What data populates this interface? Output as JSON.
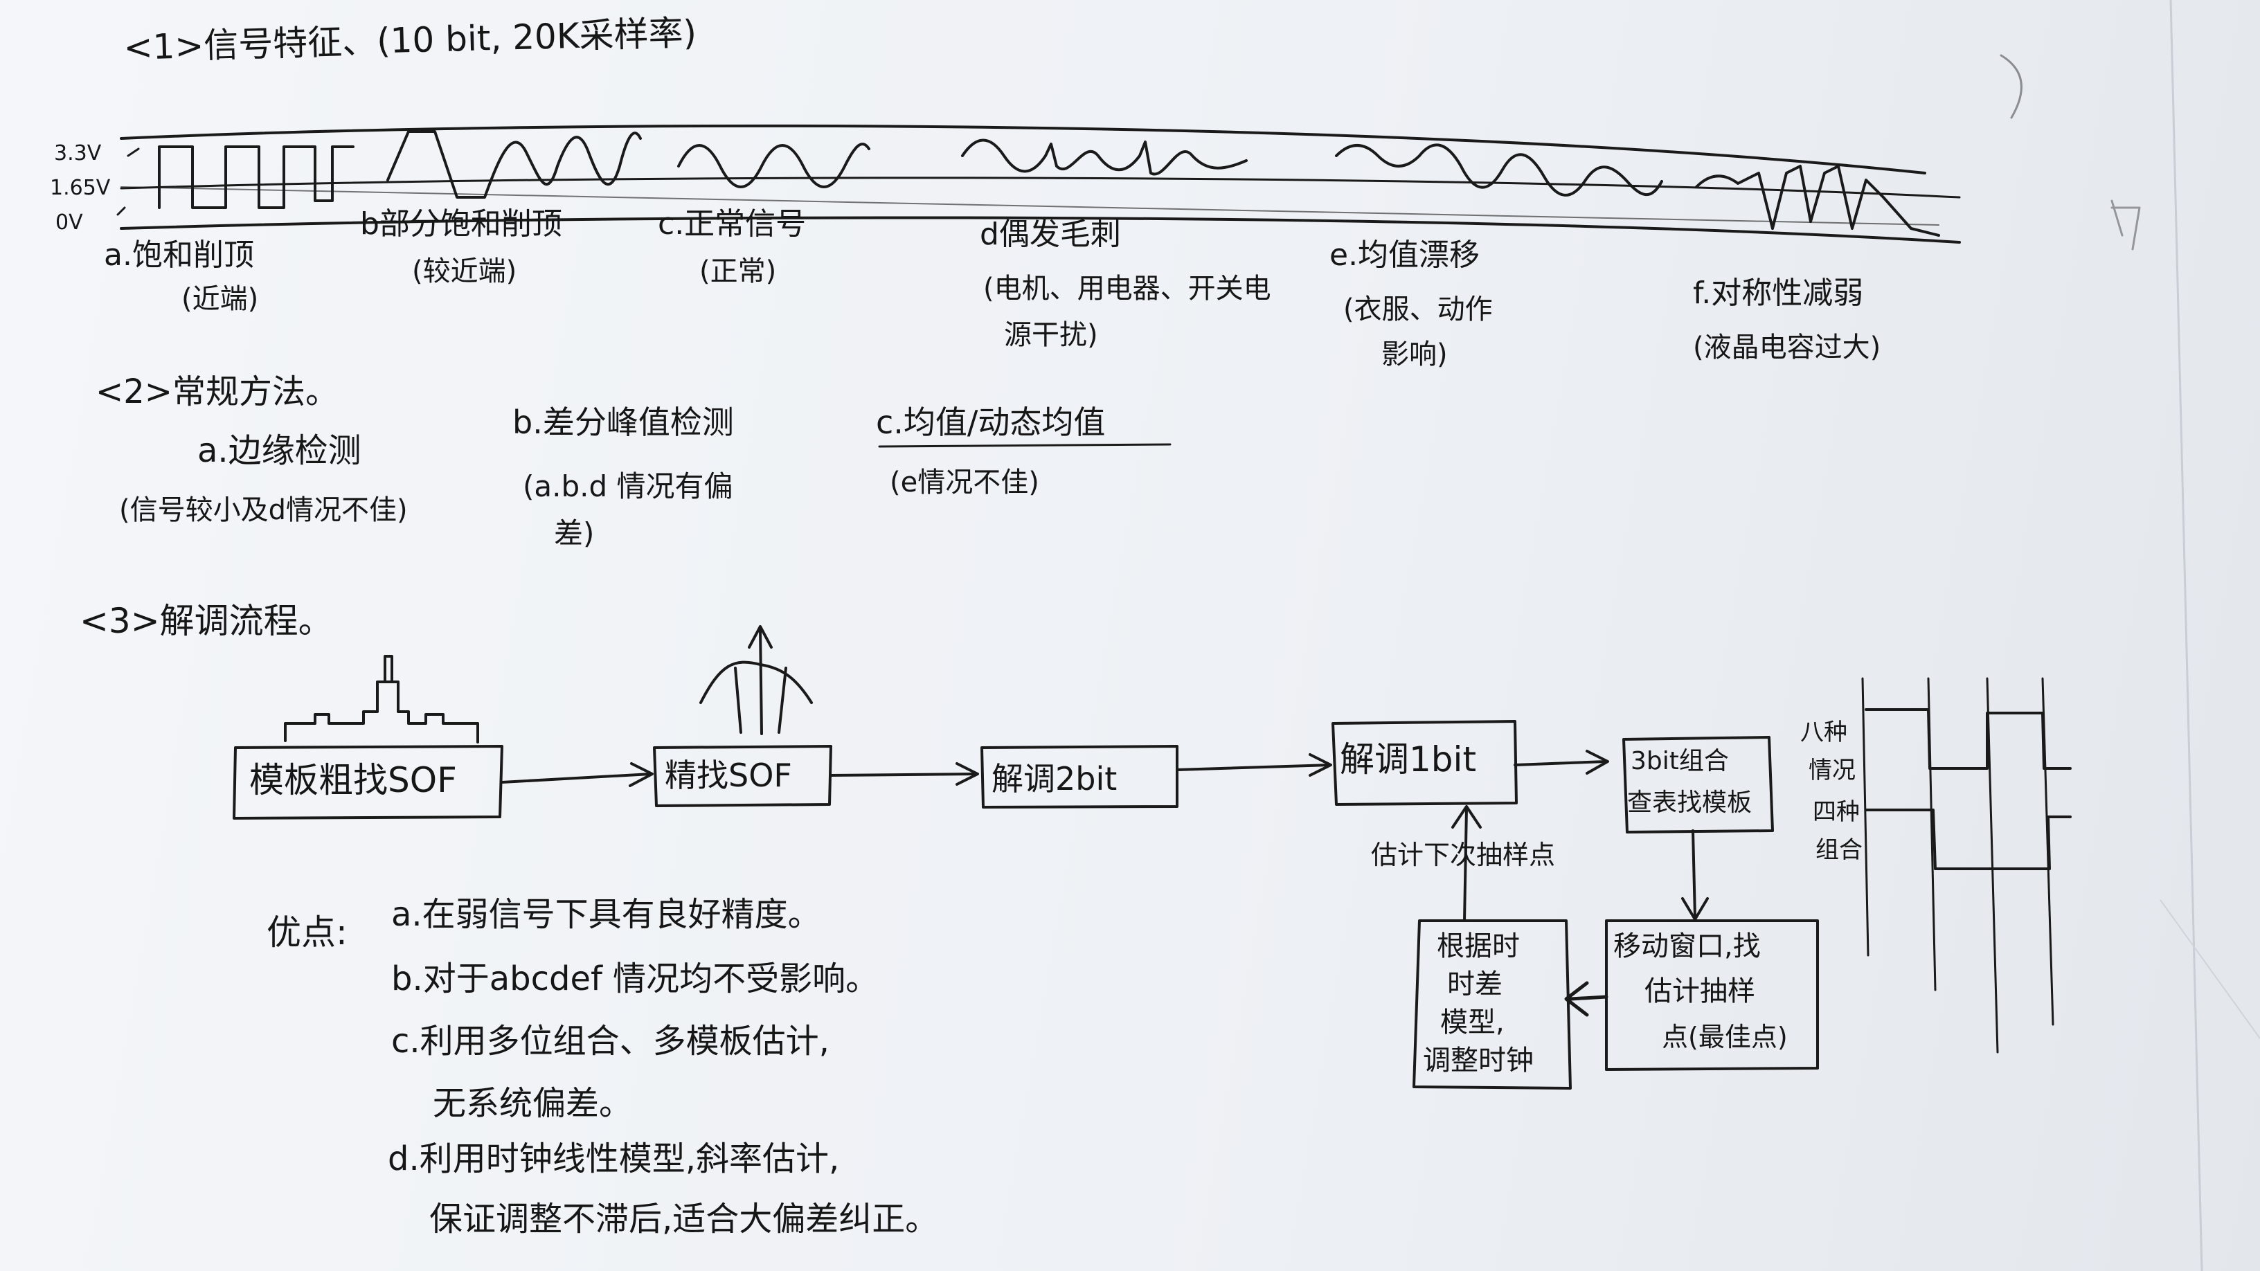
{
  "s1": {
    "heading": "<1>信号特征、(10 bit, 20K采样率)",
    "v33": "3.3V",
    "v165": "1.65V",
    "v0": "0V",
    "a_label": "a.饱和削顶",
    "a_note": "(近端)",
    "b_label": "b部分饱和削顶",
    "b_note": "(较近端)",
    "c_label": "c.正常信号",
    "c_note": "(正常)",
    "d_label": "d偶发毛刺",
    "d_note1": "(电机、用电器、开关电",
    "d_note2": "源干扰)",
    "e_label": "e.均值漂移",
    "e_note1": "(衣服、动作",
    "e_note2": "影响)",
    "f_label": "f.对称性减弱",
    "f_note": "(液晶电容过大)"
  },
  "s2": {
    "heading": "<2>常规方法。",
    "a_label": "a.边缘检测",
    "a_note": "(信号较小及d情况不佳)",
    "b_label": "b.差分峰值检测",
    "b_note1": "(a.b.d 情况有偏",
    "b_note2": "差)",
    "c_label": "c.均值/动态均值",
    "c_note": "(e情况不佳)"
  },
  "s3": {
    "heading": "<3>解调流程。",
    "box1": "模板粗找SOF",
    "box2": "精找SOF",
    "box3": "解调2bit",
    "box4": "解调1bit",
    "box5_line1": "3bit组合",
    "box5_line2": "查表找模板",
    "box6_line1": "移动窗口,找",
    "box6_line2": "估计抽样",
    "box6_line3": "点(最佳点)",
    "box7_line1": "根据时",
    "box7_line2": "时差",
    "box7_line3": "模型,",
    "box7_line4": "调整时钟",
    "estimate_label": "估计下次抽样点",
    "side1": "八种",
    "side2": "情况",
    "side3": "四种",
    "side4": "组合"
  },
  "adv": {
    "title": "优点:",
    "a": "a.在弱信号下具有良好精度。",
    "b": "b.对于abcdef 情况均不受影响。",
    "c1": "c.利用多位组合、多模板估计,",
    "c2": "无系统偏差。",
    "d1": "d.利用时钟线性模型,斜率估计,",
    "d2": "保证调整不滞后,适合大偏差纠正。"
  }
}
